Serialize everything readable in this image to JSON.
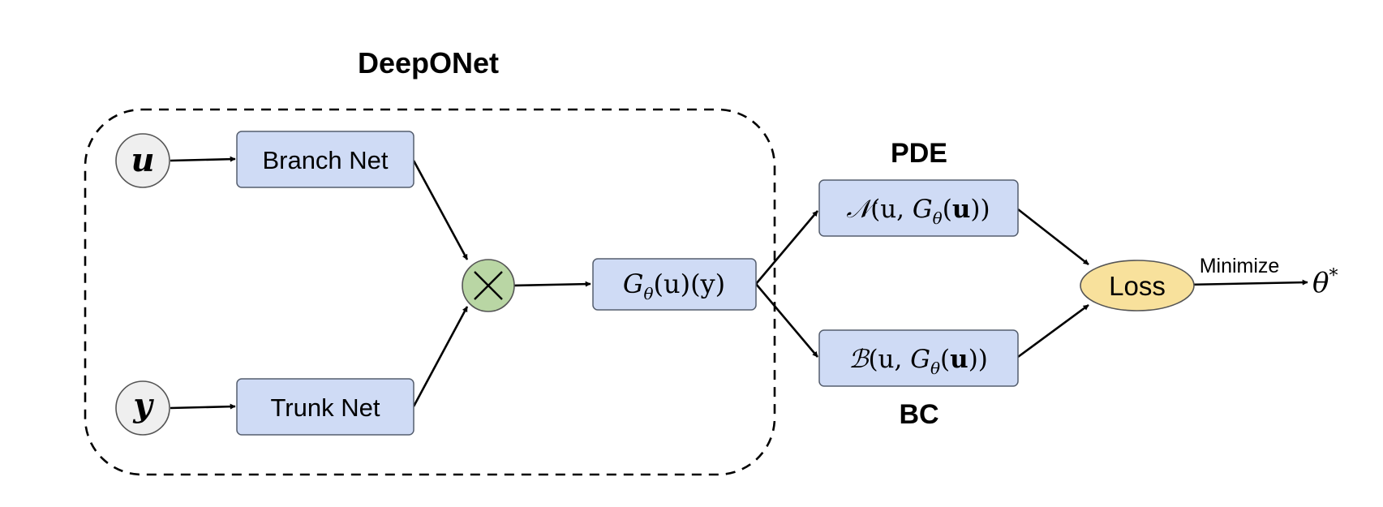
{
  "group": {
    "title": "DeepONet"
  },
  "inputs": {
    "u": "u",
    "y": "y"
  },
  "nets": {
    "branch": "Branch Net",
    "trunk": "Trunk Net"
  },
  "product": {
    "symbol": "×"
  },
  "operator_output": {
    "G": "G",
    "sub": "θ",
    "rest": "(u)(y)"
  },
  "pde": {
    "heading": "PDE",
    "op": "𝒩",
    "pre": "(u, ",
    "G": "G",
    "sub": "θ",
    "arg": "u",
    "post": "))"
  },
  "bc": {
    "heading": "BC",
    "op": "ℬ",
    "pre": "(u, ",
    "G": "G",
    "sub": "θ",
    "arg": "u",
    "post": "))"
  },
  "loss": {
    "label": "Loss"
  },
  "minimize": {
    "label": "Minimize"
  },
  "result": {
    "theta": "θ",
    "star": "*"
  },
  "colors": {
    "node_fill": "#cfdbf5",
    "input_fill": "#efefef",
    "product_fill": "#b9d6a4",
    "loss_fill": "#f8e19c"
  }
}
